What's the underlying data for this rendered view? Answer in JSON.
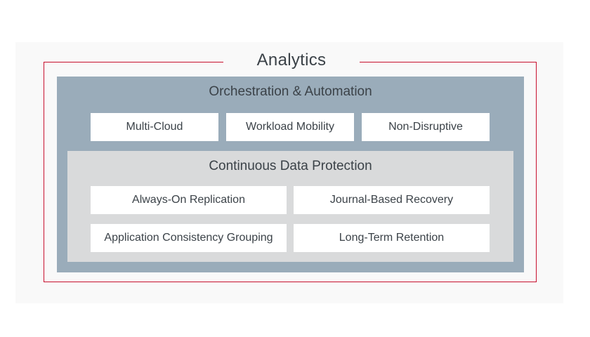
{
  "analytics": {
    "title": "Analytics"
  },
  "orchestration": {
    "title": "Orchestration & Automation",
    "items": [
      "Multi-Cloud",
      "Workload Mobility",
      "Non-Disruptive"
    ]
  },
  "cdp": {
    "title": "Continuous Data Protection",
    "items": [
      "Always-On Replication",
      "Journal-Based Recovery",
      "Application Consistency Grouping",
      "Long-Term Retention"
    ]
  },
  "colors": {
    "frame_border": "#c8102e",
    "orchestration_bg": "#9aacba",
    "cdp_bg": "#d9dadb",
    "box_bg": "#ffffff",
    "text": "#3b4248"
  }
}
